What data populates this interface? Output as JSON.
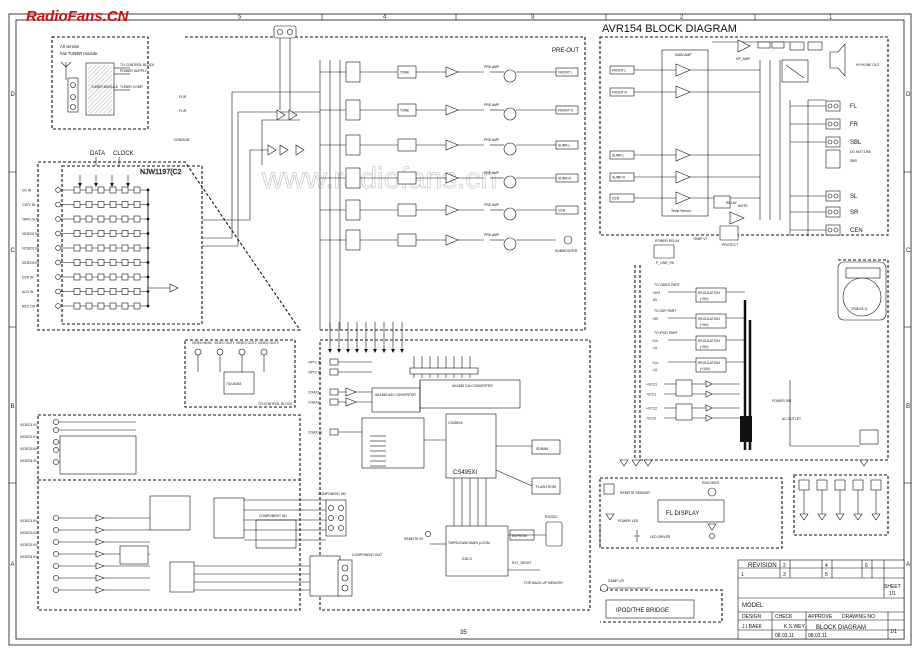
{
  "watermark": {
    "logo": "RadioFans.CN",
    "center": "www.radiofans.cn"
  },
  "title": "AVR154 BLOCK DIAGRAM",
  "grid": {
    "top": [
      "5",
      "4",
      "3",
      "2",
      "1"
    ],
    "left": [
      "D",
      "C",
      "B",
      "A"
    ],
    "right": [
      "D",
      "C",
      "B",
      "A"
    ]
  },
  "tuner_note": {
    "line1": "All version",
    "line2": "has TUNER module.",
    "module": "TUNER MODULE",
    "pins": [
      "TO CONTROL BLOCK",
      "POWER SUPPLY",
      "TUNER COMP"
    ]
  },
  "selector": {
    "chip": "NJW1197(C2",
    "data": "DATA",
    "clock": "CLOCK"
  },
  "inputs": [
    "CD IN",
    "CATV IN",
    "TAPE OUT",
    "VIDEO2 IN",
    "VIDEO1 IN",
    "VIDEO3 IN",
    "DVD IN",
    "AUX IN",
    "REC OUT"
  ],
  "preout": {
    "title": "PRE-OUT",
    "channels": [
      "FRONT L",
      "FRONT R",
      "SURR L",
      "SURR R",
      "CEN",
      "SUBWOOFER"
    ],
    "pre_amp": "PRE AMP",
    "tone": "TONE",
    "inputs": [
      "FL/R",
      "FL/R",
      "CEN/SUB"
    ]
  },
  "power_amp": {
    "title": "MAIN AMP",
    "inputs": [
      "FRONT L",
      "FRONT R",
      "SURR L",
      "SURR R",
      "CEN"
    ],
    "chip": "Temp Sensor",
    "headphone": "HP_AMP",
    "phone_out": "H.PHONE OUT",
    "relay": "RELAY",
    "mute": "MUTE",
    "temp": "TEMP VT",
    "protect": "PROTECT",
    "power_relay": "POWER RELAY",
    "speakers": [
      "FL",
      "FR",
      "SBL",
      "DO NOT USE",
      "SBR",
      "SL",
      "SR",
      "CEN"
    ]
  },
  "power_supply": {
    "label": "P_LINE_PA",
    "rows": [
      {
        "to": "TO VIDEO PART",
        "v1": "+3V3",
        "v2": "-5V",
        "reg": "REGULATION (+5V)"
      },
      {
        "to": "TO DSP PART",
        "v1": "+5V",
        "v2": "",
        "reg": "REGULATION (+5V)"
      },
      {
        "to": "TO IPOD PART",
        "v1": "+14",
        "v2": "-14",
        "reg": "REGULATION (+5V)"
      },
      {
        "to": "",
        "v1": "+14",
        "v2": "-14",
        "reg": "REGULATION (+15V)"
      }
    ],
    "rails": [
      "+VCC1",
      "-VCC1",
      "+VCC2",
      "-VCC2"
    ],
    "power_sw": "POWER SW",
    "ac": "AC OUTLET",
    "date": "2008.03.11"
  },
  "video_sel": {
    "chip": "74LV4053",
    "outputs": [
      "VIDEO MON",
      "VIDEO OUT1",
      "VIDEO OUT2",
      "VIDEO OUT3"
    ],
    "ctrl": "TO CONTROL BLOCK"
  },
  "dsp": {
    "opt_inputs": [
      "OPT1 IN",
      "OPT2 IN",
      "COAX1",
      "COAX2",
      "COAX IN"
    ],
    "adc": "AK4388 A/D CONVERTER",
    "dac": "AK4385 D/A CONVERTER",
    "dsp_chip": "CS495XX",
    "dsp_label": "CS495XI",
    "sdram": "SDRAM",
    "flash": "FLASH ROM",
    "mcu": "TMP91CW40 MAIN μ-COM",
    "mcu_label": "IC6C3",
    "eeprom": "EEPROM",
    "ext_reset": "EXT_RESET",
    "flash_note": "FOR BACK-UP MEMORY",
    "remote": "REMOTE IN",
    "rs232": "RS232C"
  },
  "display": {
    "title": "FL DISPLAY",
    "remote": "REMOTE SENSOR",
    "power": "POWER LED",
    "led": "LED DRIVER",
    "encoder": "ENCODER"
  },
  "ipod": {
    "title": "IPOD/THE BRIDGE",
    "port": "DAMP L/R"
  },
  "component": {
    "ins": [
      "COMPONENT IN1",
      "COMPONENT IN2"
    ],
    "out": "COMPONENT OUT"
  },
  "video_in": [
    "VIDEO1 IN",
    "VIDEO2 IN",
    "VIDEO3 IN",
    "VIDEO4 IN"
  ],
  "title_block": {
    "revision": "REVISION",
    "rev_nums": [
      "1",
      "2",
      "3",
      "4",
      "5",
      "6"
    ],
    "sheet": "SHEET",
    "sheet_val": "1/1",
    "model": "MODEL",
    "design": "DESIGN",
    "check": "CHECK",
    "approve": "APPROVE",
    "drawing_no": "DRAWING NO",
    "design_by": "J.I.BAEK",
    "check_by": "K.S.WEY",
    "drawing": "BLOCK DIAGRAM",
    "date1": "08.03.11",
    "date2": "08.03.11",
    "page": "35"
  }
}
